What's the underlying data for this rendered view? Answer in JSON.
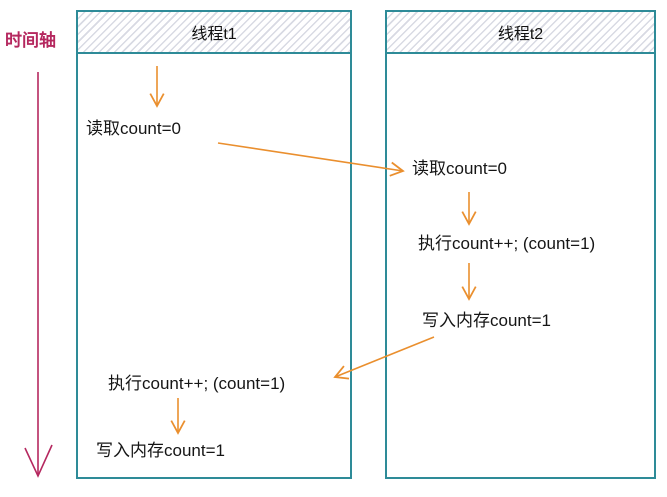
{
  "diagram": {
    "title_semantic": "thread-race-condition-sequence",
    "timeline_label": "时间轴",
    "threads": [
      {
        "title": "线程t1",
        "steps": [
          "读取count=0",
          "执行count++; (count=1)",
          "写入内存count=1"
        ]
      },
      {
        "title": "线程t2",
        "steps": [
          "读取count=0",
          "执行count++; (count=1)",
          "写入内存count=1"
        ]
      }
    ],
    "colors": {
      "timeline_arrow": "#b5285f",
      "flow_arrow": "#ea8f2e",
      "box_border": "#2e8b98",
      "header_hatch": "#d8dae3",
      "text": "#151515"
    }
  }
}
